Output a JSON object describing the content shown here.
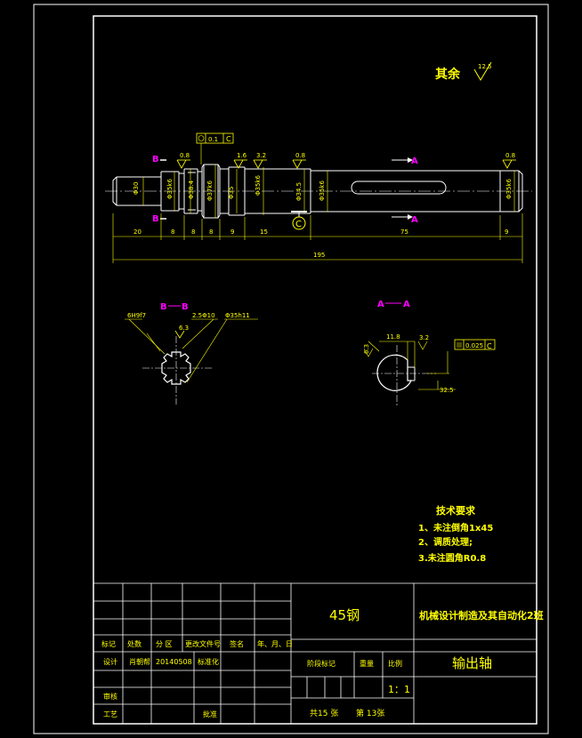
{
  "roughness": {
    "rest_label": "其余",
    "rest_value": "12.5"
  },
  "sections": {
    "b_left": "B",
    "b_left2": "B",
    "a_top": "A",
    "a_bottom": "A",
    "c_datum": "C",
    "bb_title_b1": "B",
    "bb_title_b2": "B",
    "aa_title_a1": "A",
    "aa_title_a2": "A"
  },
  "shaft_callouts": {
    "runout_tol": "0.1",
    "runout_datum": "C",
    "ra_1": "0.8",
    "ra_2": "1.6",
    "ra_3": "3.2",
    "ra_4": "0.8",
    "ra_5": "0.8",
    "dia_1": "Φ30",
    "dia_2": "Φ35k6",
    "dia_3": "Φ38.4",
    "dia_4": "Φ37k6",
    "dia_5": "Φ35",
    "dia_6": "Φ35k6",
    "dia_7": "Φ34.5",
    "dia_8": "Φ35k6"
  },
  "dimensions": {
    "d1": "20",
    "d2": "8",
    "d3": "8",
    "d4": "8",
    "d5": "9",
    "d6": "15",
    "d7": "75",
    "d8": "9",
    "total": "195"
  },
  "section_bb": {
    "fit": "6H9f7",
    "chamfer": "2.5Φ10",
    "spline": "Φ35h11",
    "ra": "6.3"
  },
  "section_aa": {
    "key_width": "11.8",
    "ra_left": "6.3",
    "ra_right": "3.2",
    "sym_tol": "0.025",
    "sym_datum": "C",
    "depth": "32.5"
  },
  "tech_notes": {
    "title": "技术要求",
    "items": [
      "1、未注倒角1x45",
      "2、调质处理;",
      "3.未注圆角R0.8"
    ]
  },
  "title_block": {
    "material": "45钢",
    "course": "机械设计制造及其自动化2班",
    "part_name": "输出轴",
    "scale": "1：1",
    "total_sheets": "共15 张",
    "sheet_no": "第 13张",
    "h_mark": "标记",
    "h_count": "处数",
    "h_zone": "分 区",
    "h_docno": "更改文件号",
    "h_sign": "签名",
    "h_date": "年、月、日",
    "r_design": "设计",
    "designer": "肖朝帮",
    "design_date": "20140508",
    "h_std": "标准化",
    "h_stage": "阶段标记",
    "h_weight": "重量",
    "h_scale": "比例",
    "r_review": "审核",
    "r_process": "工艺",
    "h_approve": "批准"
  }
}
